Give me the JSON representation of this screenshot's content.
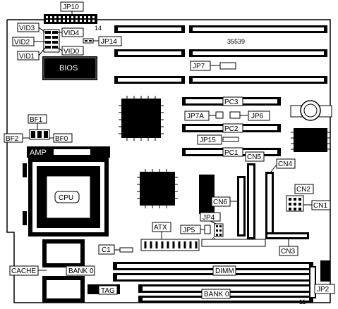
{
  "board_number": "35539",
  "jumpers": {
    "jp10": "JP10",
    "jp14": "JP14",
    "jp7": "JP7",
    "jp7a": "JP7A",
    "jp6": "JP6",
    "jp15": "JP15",
    "jp4": "JP4",
    "jp5": "JP5",
    "jp2": "JP2"
  },
  "vid": {
    "vid3": "VID3",
    "vid4": "VID4",
    "vid2": "VID2",
    "vid1": "VID1",
    "vid0": "VID0"
  },
  "bf": {
    "bf1": "BF1",
    "bf2": "BF2",
    "bf0": "BF0"
  },
  "pins": {
    "jp10_pin": "14",
    "jp4_pin": "2",
    "jp2_pin": "11"
  },
  "chips": {
    "bios": "BIOS",
    "amp": "AMP",
    "cpu": "CPU"
  },
  "pci": {
    "pc1": "PC1",
    "pc2": "PC2",
    "pc3": "PC3"
  },
  "connectors": {
    "cn1": "CN1",
    "cn2": "CN2",
    "cn3": "CN3",
    "cn4": "CN4",
    "cn5": "CN5",
    "cn6": "CN6",
    "atx": "ATX",
    "c1": "C1"
  },
  "memory": {
    "cache": "CACHE",
    "bank0_cache": "BANK 0",
    "tag": "TAG",
    "dimm": "DIMM",
    "bank0_dimm": "BANK 0"
  }
}
